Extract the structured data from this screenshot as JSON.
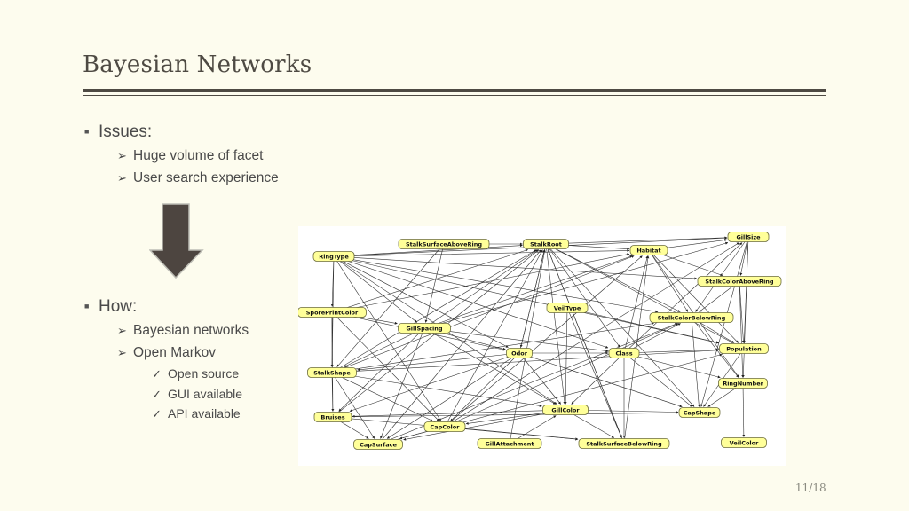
{
  "slide": {
    "title": "Bayesian Networks",
    "page_number": "11/18"
  },
  "bullets": {
    "issues": {
      "label": "Issues:",
      "items": [
        "Huge volume of facet",
        "User search experience"
      ]
    },
    "how": {
      "label": "How:",
      "items": [
        "Bayesian networks",
        "Open Markov"
      ],
      "sub_items": [
        "Open source",
        "GUI available",
        "API available"
      ]
    }
  },
  "network": {
    "node_fill": "#ffff99",
    "node_stroke": "#6b6b3a",
    "nodes": [
      {
        "id": "GillSize",
        "label": "GillSize"
      },
      {
        "id": "StalkSurfaceAboveRing",
        "label": "StalkSurfaceAboveRing"
      },
      {
        "id": "StalkRoot",
        "label": "StalkRoot"
      },
      {
        "id": "Habitat",
        "label": "Habitat"
      },
      {
        "id": "RingType",
        "label": "RingType"
      },
      {
        "id": "StalkColorAboveRing",
        "label": "StalkColorAboveRing"
      },
      {
        "id": "VeilType",
        "label": "VeilType"
      },
      {
        "id": "SporePrintColor",
        "label": "SporePrintColor"
      },
      {
        "id": "StalkColorBelowRing",
        "label": "StalkColorBelowRing"
      },
      {
        "id": "GillSpacing",
        "label": "GillSpacing"
      },
      {
        "id": "Population",
        "label": "Population"
      },
      {
        "id": "Odor",
        "label": "Odor"
      },
      {
        "id": "Class",
        "label": "Class"
      },
      {
        "id": "StalkShape",
        "label": "StalkShape"
      },
      {
        "id": "RingNumber",
        "label": "RingNumber"
      },
      {
        "id": "GillColor",
        "label": "GillColor"
      },
      {
        "id": "Bruises",
        "label": "Bruises"
      },
      {
        "id": "CapShape",
        "label": "CapShape"
      },
      {
        "id": "CapColor",
        "label": "CapColor"
      },
      {
        "id": "CapSurface",
        "label": "CapSurface"
      },
      {
        "id": "GillAttachment",
        "label": "GillAttachment"
      },
      {
        "id": "StalkSurfaceBelowRing",
        "label": "StalkSurfaceBelowRing"
      },
      {
        "id": "VeilColor",
        "label": "VeilColor"
      }
    ],
    "edges": [
      [
        "RingType",
        "StalkRoot"
      ],
      [
        "RingType",
        "Habitat"
      ],
      [
        "RingType",
        "GillSize"
      ],
      [
        "RingType",
        "StalkColorAboveRing"
      ],
      [
        "RingType",
        "SporePrintColor"
      ],
      [
        "RingType",
        "GillSpacing"
      ],
      [
        "RingType",
        "Odor"
      ],
      [
        "RingType",
        "Class"
      ],
      [
        "RingType",
        "StalkShape"
      ],
      [
        "RingType",
        "GillColor"
      ],
      [
        "RingType",
        "CapColor"
      ],
      [
        "RingType",
        "Population"
      ],
      [
        "RingType",
        "StalkColorBelowRing"
      ],
      [
        "StalkSurfaceAboveRing",
        "StalkRoot"
      ],
      [
        "StalkSurfaceAboveRing",
        "GillSpacing"
      ],
      [
        "StalkSurfaceAboveRing",
        "StalkShape"
      ],
      [
        "StalkRoot",
        "Habitat"
      ],
      [
        "StalkRoot",
        "GillColor"
      ],
      [
        "StalkRoot",
        "Class"
      ],
      [
        "StalkRoot",
        "Odor"
      ],
      [
        "StalkRoot",
        "StalkColorBelowRing"
      ],
      [
        "StalkRoot",
        "StalkSurfaceBelowRing"
      ],
      [
        "StalkRoot",
        "CapShape"
      ],
      [
        "StalkRoot",
        "Population"
      ],
      [
        "StalkRoot",
        "GillSize"
      ],
      [
        "Habitat",
        "GillSize"
      ],
      [
        "Habitat",
        "StalkColorAboveRing"
      ],
      [
        "Habitat",
        "StalkColorBelowRing"
      ],
      [
        "Habitat",
        "Population"
      ],
      [
        "Habitat",
        "RingNumber"
      ],
      [
        "GillSize",
        "StalkColorAboveRing"
      ],
      [
        "GillSize",
        "StalkColorBelowRing"
      ],
      [
        "GillSize",
        "Population"
      ],
      [
        "GillSize",
        "RingNumber"
      ],
      [
        "GillSize",
        "CapShape"
      ],
      [
        "StalkColorAboveRing",
        "StalkColorBelowRing"
      ],
      [
        "StalkColorAboveRing",
        "Population"
      ],
      [
        "StalkColorAboveRing",
        "RingNumber"
      ],
      [
        "StalkColorBelowRing",
        "Population"
      ],
      [
        "StalkColorBelowRing",
        "RingNumber"
      ],
      [
        "StalkColorBelowRing",
        "CapShape"
      ],
      [
        "SporePrintColor",
        "GillSpacing"
      ],
      [
        "SporePrintColor",
        "StalkShape"
      ],
      [
        "SporePrintColor",
        "Odor"
      ],
      [
        "SporePrintColor",
        "Bruises"
      ],
      [
        "SporePrintColor",
        "StalkRoot"
      ],
      [
        "SporePrintColor",
        "Habitat"
      ],
      [
        "SporePrintColor",
        "CapColor"
      ],
      [
        "GillSpacing",
        "Odor"
      ],
      [
        "GillSpacing",
        "GillColor"
      ],
      [
        "GillSpacing",
        "Class"
      ],
      [
        "GillSpacing",
        "StalkShape"
      ],
      [
        "GillSpacing",
        "Bruises"
      ],
      [
        "GillSpacing",
        "CapSurface"
      ],
      [
        "GillSpacing",
        "StalkRoot"
      ],
      [
        "GillSpacing",
        "Habitat"
      ],
      [
        "GillSpacing",
        "GillSize"
      ],
      [
        "VeilType",
        "GillColor"
      ],
      [
        "VeilType",
        "StalkSurfaceBelowRing"
      ],
      [
        "VeilType",
        "Population"
      ],
      [
        "Odor",
        "Class"
      ],
      [
        "Odor",
        "GillColor"
      ],
      [
        "Odor",
        "CapColor"
      ],
      [
        "Odor",
        "Bruises"
      ],
      [
        "Odor",
        "StalkShape"
      ],
      [
        "Odor",
        "StalkRoot"
      ],
      [
        "Odor",
        "CapShape"
      ],
      [
        "Odor",
        "CapSurface"
      ],
      [
        "Class",
        "GillColor"
      ],
      [
        "Class",
        "CapShape"
      ],
      [
        "Class",
        "StalkSurfaceBelowRing"
      ],
      [
        "Class",
        "Population"
      ],
      [
        "Class",
        "RingNumber"
      ],
      [
        "Class",
        "Habitat"
      ],
      [
        "Class",
        "GillSize"
      ],
      [
        "Class",
        "StalkColorBelowRing"
      ],
      [
        "StalkShape",
        "Bruises"
      ],
      [
        "StalkShape",
        "CapSurface"
      ],
      [
        "StalkShape",
        "CapColor"
      ],
      [
        "StalkShape",
        "GillColor"
      ],
      [
        "StalkShape",
        "StalkRoot"
      ],
      [
        "StalkShape",
        "Habitat"
      ],
      [
        "StalkShape",
        "Population"
      ],
      [
        "StalkShape",
        "StalkColorBelowRing"
      ],
      [
        "GillColor",
        "CapShape"
      ],
      [
        "GillColor",
        "StalkSurfaceBelowRing"
      ],
      [
        "GillColor",
        "CapColor"
      ],
      [
        "GillColor",
        "Bruises"
      ],
      [
        "GillColor",
        "CapSurface"
      ],
      [
        "Bruises",
        "CapShape"
      ],
      [
        "Bruises",
        "CapSurface"
      ],
      [
        "Bruises",
        "StalkSurfaceBelowRing"
      ],
      [
        "Bruises",
        "StalkRoot"
      ],
      [
        "CapColor",
        "CapSurface"
      ],
      [
        "CapColor",
        "StalkSurfaceBelowRing"
      ],
      [
        "CapColor",
        "StalkRoot"
      ],
      [
        "CapColor",
        "Habitat"
      ],
      [
        "CapColor",
        "StalkColorBelowRing"
      ],
      [
        "CapColor",
        "GillSize"
      ],
      [
        "CapSurface",
        "StalkRoot"
      ],
      [
        "CapSurface",
        "StalkColorBelowRing"
      ],
      [
        "CapSurface",
        "Population"
      ],
      [
        "GillAttachment",
        "GillColor"
      ],
      [
        "GillAttachment",
        "StalkRoot"
      ],
      [
        "RingNumber",
        "VeilColor"
      ],
      [
        "RingNumber",
        "CapShape"
      ],
      [
        "StalkSurfaceBelowRing",
        "Habitat"
      ],
      [
        "StalkSurfaceBelowRing",
        "StalkRoot"
      ],
      [
        "Population",
        "CapShape"
      ]
    ]
  }
}
